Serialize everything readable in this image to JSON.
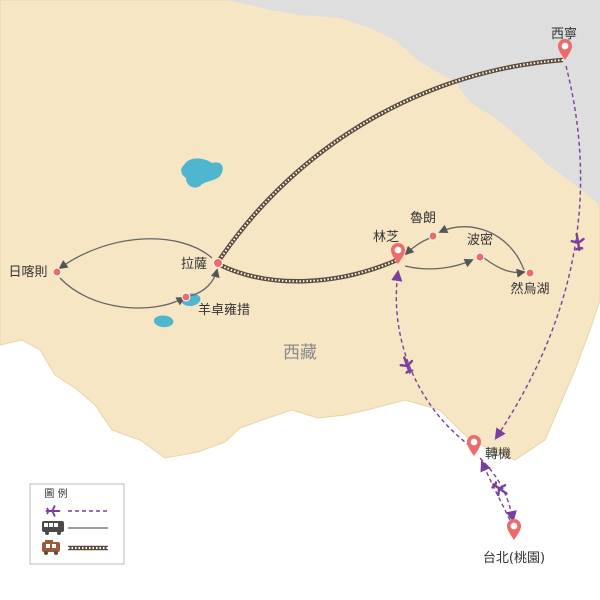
{
  "colors": {
    "land": "#f6e6c4",
    "land_border": "#e9d4a8",
    "neighbor": "#dedede",
    "water": "#4fb6cf",
    "pin": "#ee6b6b",
    "flight": "#7a3ea0",
    "bus": "#666666",
    "train": "#5c4a3a",
    "label": "#333333",
    "region_label": "#8a8a8a"
  },
  "region_label": "西藏",
  "places": {
    "xining": "西寧",
    "linzhi": "林芝",
    "lulang": "魯朗",
    "bomi": "波密",
    "ranwu": "然烏湖",
    "lhasa": "拉薩",
    "shigatse": "日喀則",
    "yamdrok": "羊卓雍措",
    "transfer": "轉機",
    "taipei": "台北(桃園)"
  },
  "legend": {
    "title": "圖 例",
    "flight_icon": "airplane-icon",
    "bus_icon": "bus-icon",
    "train_icon": "train-icon"
  }
}
